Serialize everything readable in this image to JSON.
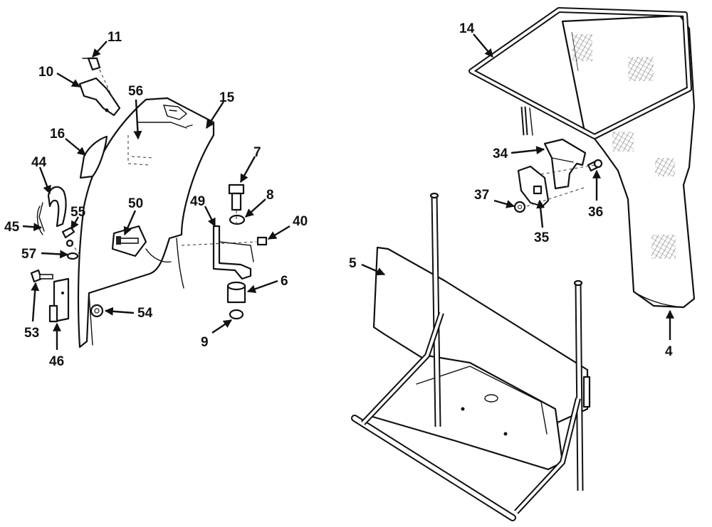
{
  "callouts": [
    {
      "id": "c11",
      "text": "11"
    },
    {
      "id": "c10",
      "text": "10"
    },
    {
      "id": "c56",
      "text": "56"
    },
    {
      "id": "c15",
      "text": "15"
    },
    {
      "id": "c16",
      "text": "16"
    },
    {
      "id": "c44",
      "text": "44"
    },
    {
      "id": "c7",
      "text": "7"
    },
    {
      "id": "c8",
      "text": "8"
    },
    {
      "id": "c49",
      "text": "49"
    },
    {
      "id": "c50",
      "text": "50"
    },
    {
      "id": "c40",
      "text": "40"
    },
    {
      "id": "c55",
      "text": "55"
    },
    {
      "id": "c45",
      "text": "45"
    },
    {
      "id": "c57",
      "text": "57"
    },
    {
      "id": "c6",
      "text": "6"
    },
    {
      "id": "c53",
      "text": "53"
    },
    {
      "id": "c54",
      "text": "54"
    },
    {
      "id": "c9",
      "text": "9"
    },
    {
      "id": "c46",
      "text": "46"
    },
    {
      "id": "c14",
      "text": "14"
    },
    {
      "id": "c34",
      "text": "34"
    },
    {
      "id": "c37",
      "text": "37"
    },
    {
      "id": "c36",
      "text": "36"
    },
    {
      "id": "c35",
      "text": "35"
    },
    {
      "id": "c5",
      "text": "5"
    },
    {
      "id": "c4",
      "text": "4"
    }
  ]
}
